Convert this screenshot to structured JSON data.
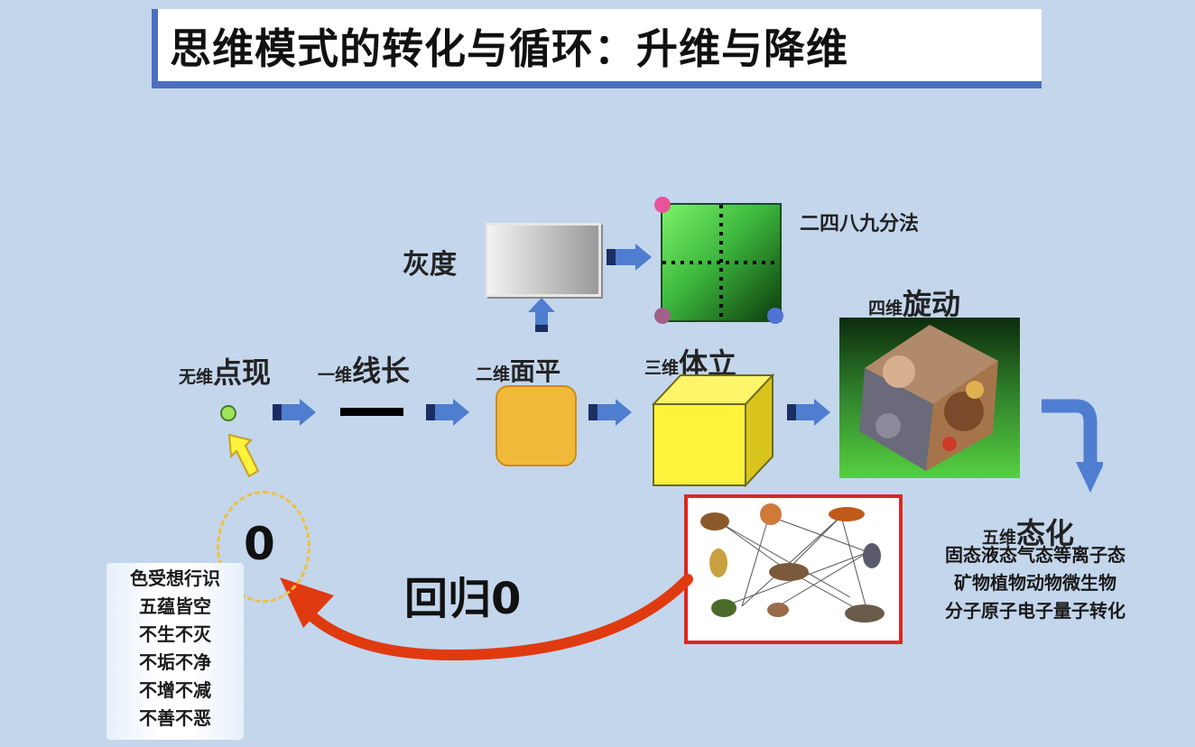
{
  "title": "思维模式的转化与循环：升维与降维",
  "top_row": {
    "gray_label": "灰度",
    "green_label": "二四八九分法"
  },
  "stages": [
    {
      "small": "无维",
      "big": "点现"
    },
    {
      "small": "一维",
      "big": "线长"
    },
    {
      "small": "二维",
      "big": "面平"
    },
    {
      "small": "三维",
      "big": "体立"
    },
    {
      "small": "四维",
      "big": "旋动"
    },
    {
      "small": "五维",
      "big": "态化"
    }
  ],
  "five_dim_lines": [
    "固态液态气态等离子态",
    "矿物植物动物微生物",
    "分子原子电子量子转化"
  ],
  "zero_label": "0",
  "return_label": "回归0",
  "side_lines": [
    "色受想行识",
    "五蕴皆空",
    "不生不灭",
    "不垢不净",
    "不增不减",
    "不善不恶"
  ],
  "colors": {
    "background": "#c3d6ec",
    "title_border": "#4a6fc0",
    "arrow_blue": "#4f7ed0",
    "orange_square": "#f0b93a",
    "cube_yellow": "#fff23a",
    "red_arrow": "#e03a10",
    "img_frame": "#e0261f"
  }
}
